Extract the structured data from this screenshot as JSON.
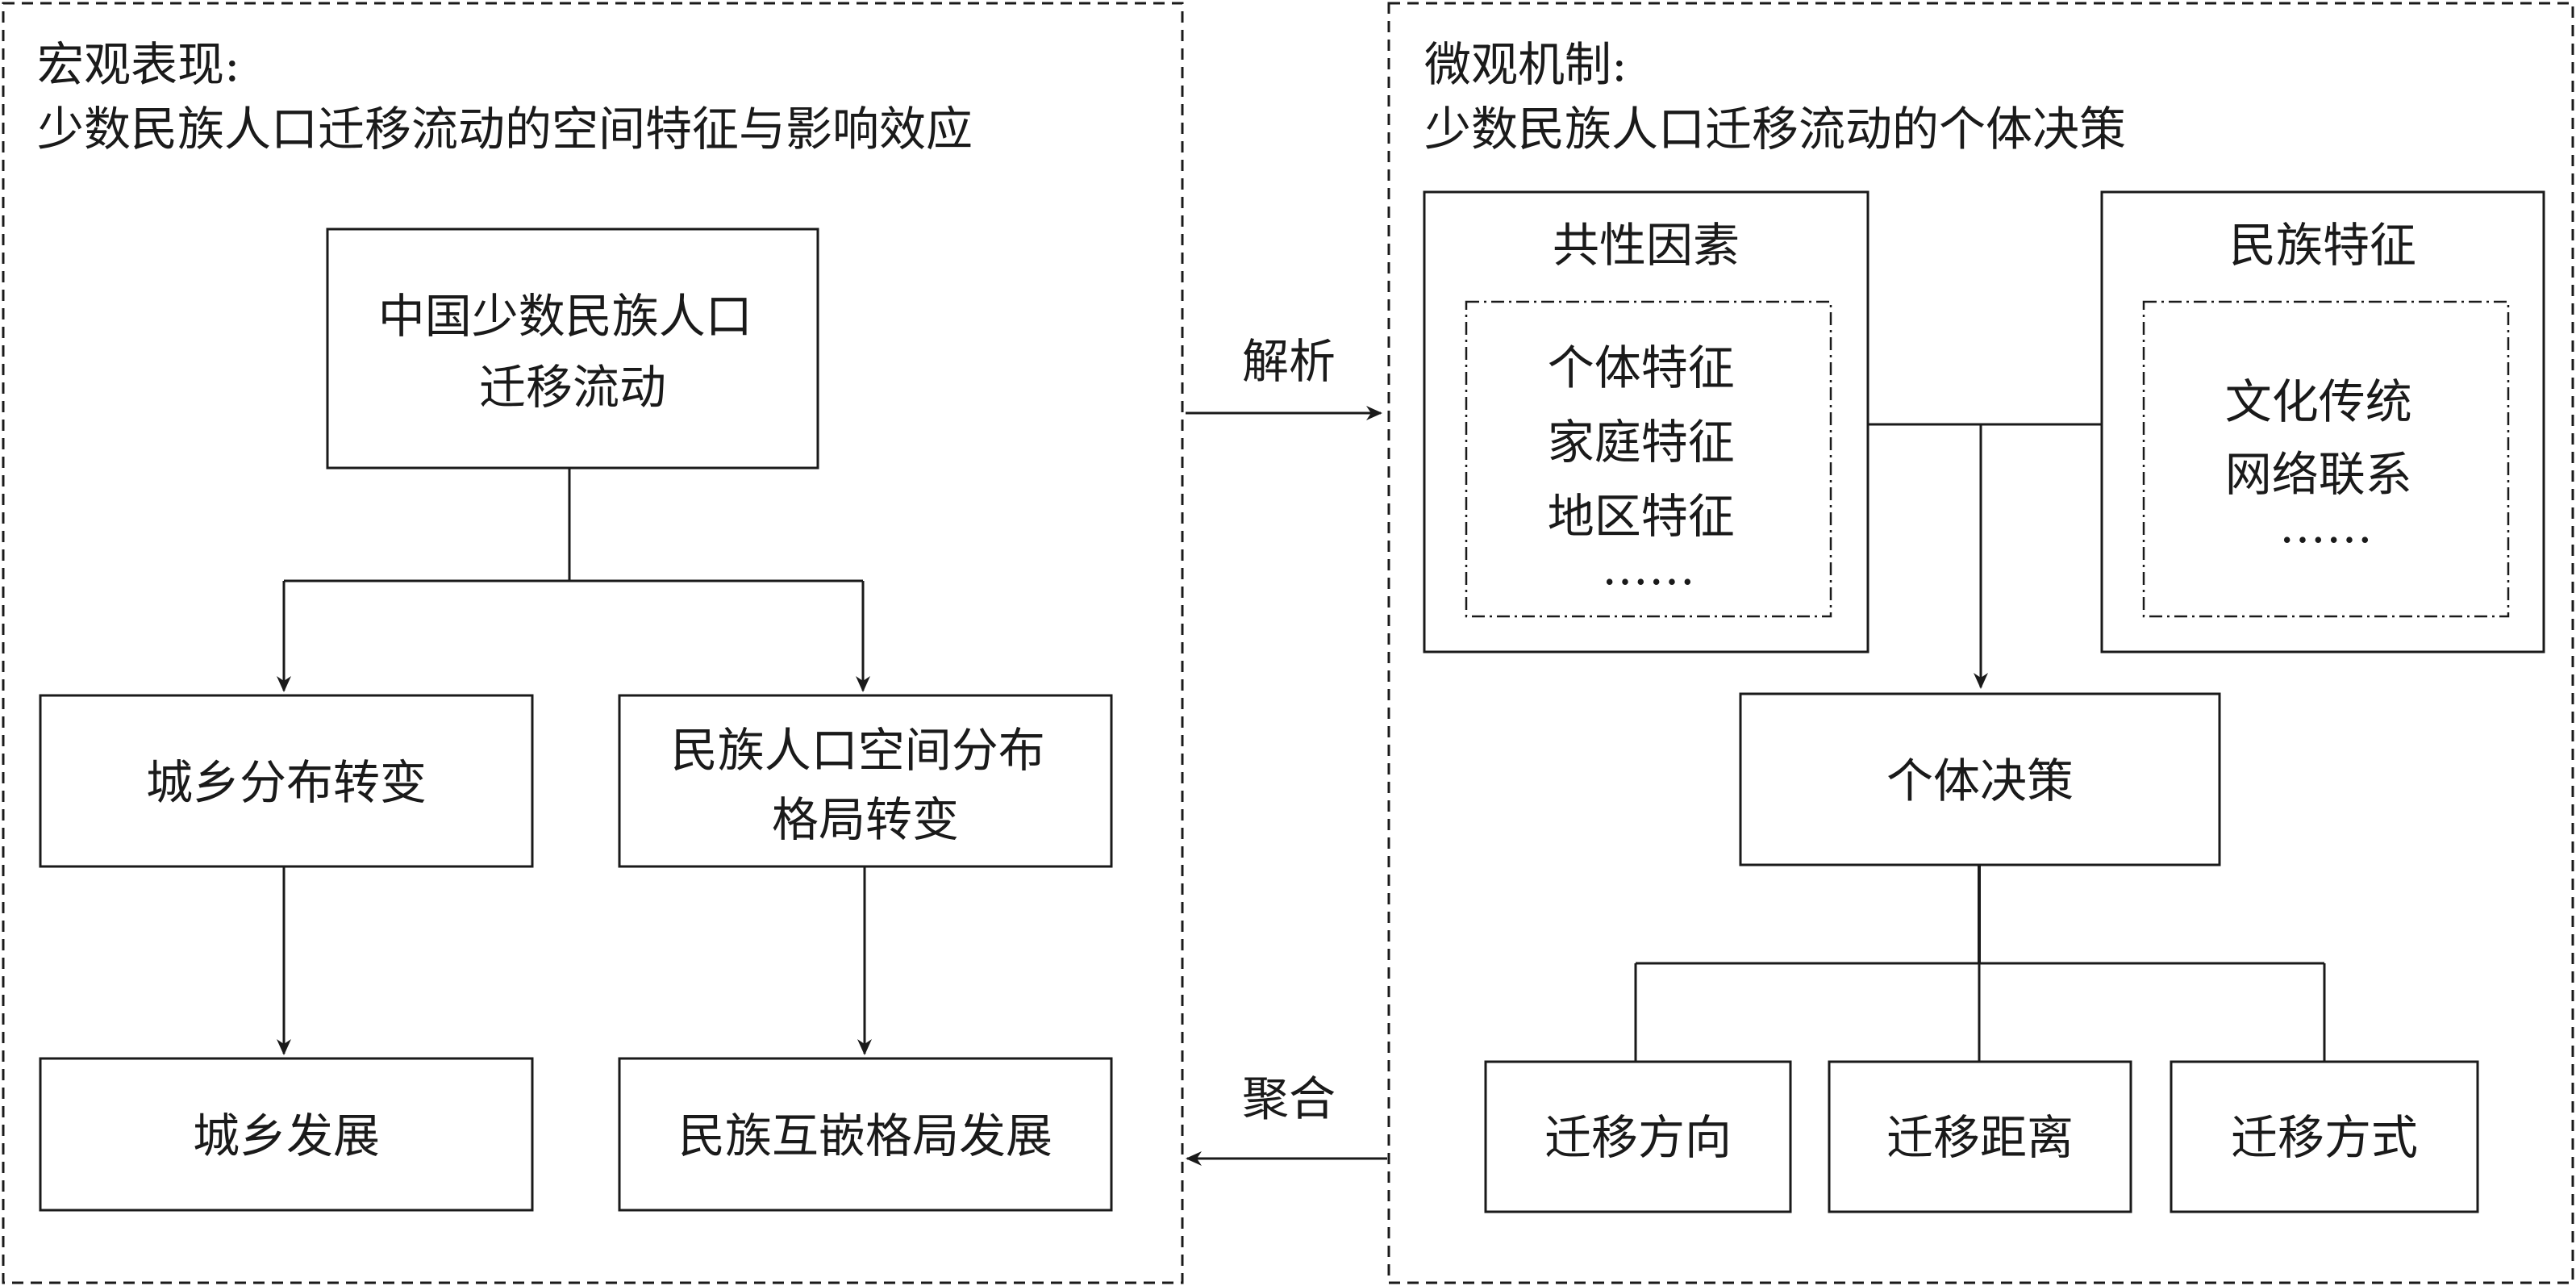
{
  "macro": {
    "heading_line1": "宏观表现:",
    "heading_line2": "少数民族人口迁移流动的空间特征与影响效应",
    "root_line1": "中国少数民族人口",
    "root_line2": "迁移流动",
    "urban_rural_shift": "城乡分布转变",
    "ethnic_pattern_line1": "民族人口空间分布",
    "ethnic_pattern_line2": "格局转变",
    "urban_rural_dev": "城乡发展",
    "ethnic_embed_dev": "民族互嵌格局发展"
  },
  "micro": {
    "heading_line1": "微观机制:",
    "heading_line2": "少数民族人口迁移流动的个体决策",
    "common_factors": {
      "title": "共性因素",
      "items": [
        "个体特征",
        "家庭特征",
        "地区特征",
        "……"
      ]
    },
    "ethnic_features": {
      "title": "民族特征",
      "items": [
        "文化传统",
        "网络联系",
        "……"
      ]
    },
    "decision": "个体决策",
    "outcomes": [
      "迁移方向",
      "迁移距离",
      "迁移方式"
    ]
  },
  "links": {
    "analyze": "解析",
    "aggregate": "聚合"
  }
}
